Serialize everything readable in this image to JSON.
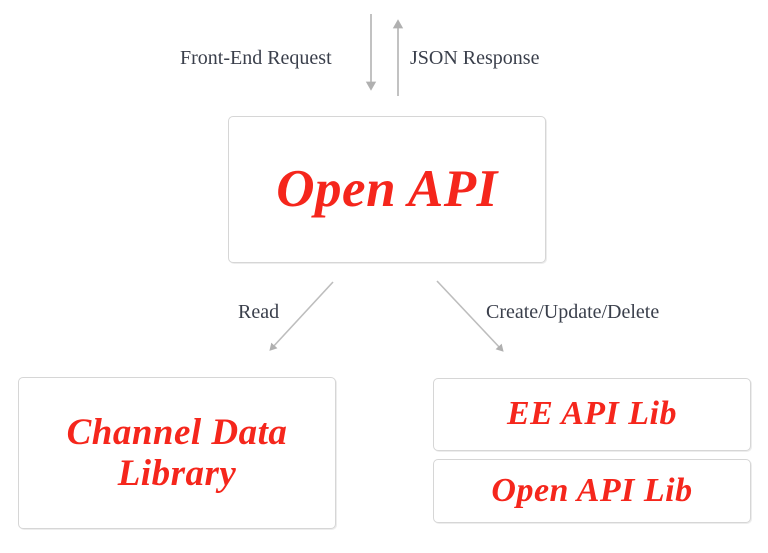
{
  "diagram": {
    "title": "Open API architecture flow",
    "background_color": "#ffffff",
    "node_text_color": "#F5261C",
    "label_text_color": "#3a3f4b",
    "border_color": "#d6d6d6",
    "arrow_color": "#b0b0b0"
  },
  "nodes": {
    "open_api": {
      "label": "Open API"
    },
    "channel_data_library": {
      "label": "Channel Data\nLibrary"
    },
    "ee_api_lib": {
      "label": "EE API Lib"
    },
    "open_api_lib": {
      "label": "Open API Lib"
    }
  },
  "edges": {
    "front_end_request": {
      "label": "Front-End Request",
      "direction": "down"
    },
    "json_response": {
      "label": "JSON Response",
      "direction": "up"
    },
    "read": {
      "label": "Read",
      "direction": "down-left"
    },
    "create_update_delete": {
      "label": "Create/Update/Delete",
      "direction": "down-right"
    }
  }
}
